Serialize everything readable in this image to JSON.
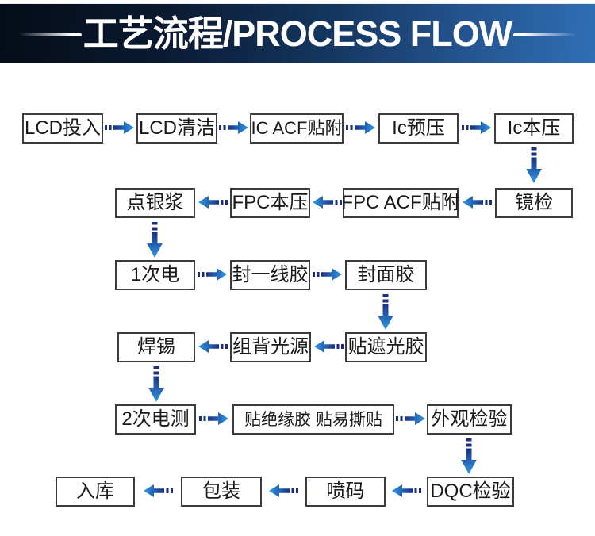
{
  "header": {
    "title": "工艺流程/PROCESS FLOW"
  },
  "colors": {
    "banner_dark": "#050c18",
    "banner_blue": "#2f6fb5",
    "arrow_dark": "#1b2d7d",
    "arrow_bright": "#2f9ae4",
    "box_border": "#3b3b3b",
    "box_text": "#1a1a1a"
  },
  "flow": {
    "nodes": [
      {
        "id": "lcd-input",
        "label": "LCD投入"
      },
      {
        "id": "lcd-clean",
        "label": "LCD清洁"
      },
      {
        "id": "ic-acf",
        "label": "IC ACF贴附"
      },
      {
        "id": "ic-prebond",
        "label": "Ic预压"
      },
      {
        "id": "ic-bond",
        "label": "Ic本压"
      },
      {
        "id": "lens-inspect",
        "label": "镜检"
      },
      {
        "id": "fpc-acf",
        "label": "FPC ACF贴附"
      },
      {
        "id": "fpc-bond",
        "label": "FPC本压"
      },
      {
        "id": "silver-paste",
        "label": "点银浆"
      },
      {
        "id": "first-electric",
        "label": "1次电"
      },
      {
        "id": "seal-line-glue",
        "label": "封一线胶"
      },
      {
        "id": "seal-face-glue",
        "label": "封面胶"
      },
      {
        "id": "shading-tape",
        "label": "贴遮光胶"
      },
      {
        "id": "backlight-assy",
        "label": "组背光源"
      },
      {
        "id": "soldering",
        "label": "焊锡"
      },
      {
        "id": "second-test",
        "label": "2次电测"
      },
      {
        "id": "insulation-tape",
        "label": "贴绝缘胶 贴易撕贴"
      },
      {
        "id": "visual-inspect",
        "label": "外观检验"
      },
      {
        "id": "dqc-inspect",
        "label": "DQC检验"
      },
      {
        "id": "ink-coding",
        "label": "喷码"
      },
      {
        "id": "packing",
        "label": "包装"
      },
      {
        "id": "warehouse",
        "label": "入库"
      }
    ]
  }
}
